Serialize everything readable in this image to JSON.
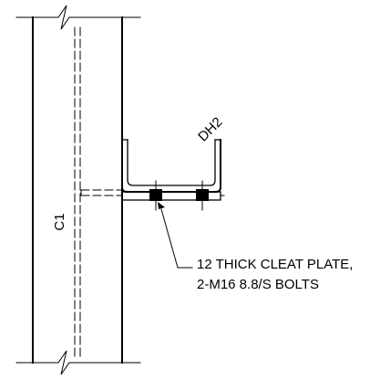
{
  "drawing": {
    "column_label": "C1",
    "member_label": "DH2",
    "note_line_1": "12 THICK CLEAT PLATE,",
    "note_line_2": "2-M16 8.8/S BOLTS"
  },
  "colors": {
    "line": "#000000",
    "background": "#ffffff"
  }
}
